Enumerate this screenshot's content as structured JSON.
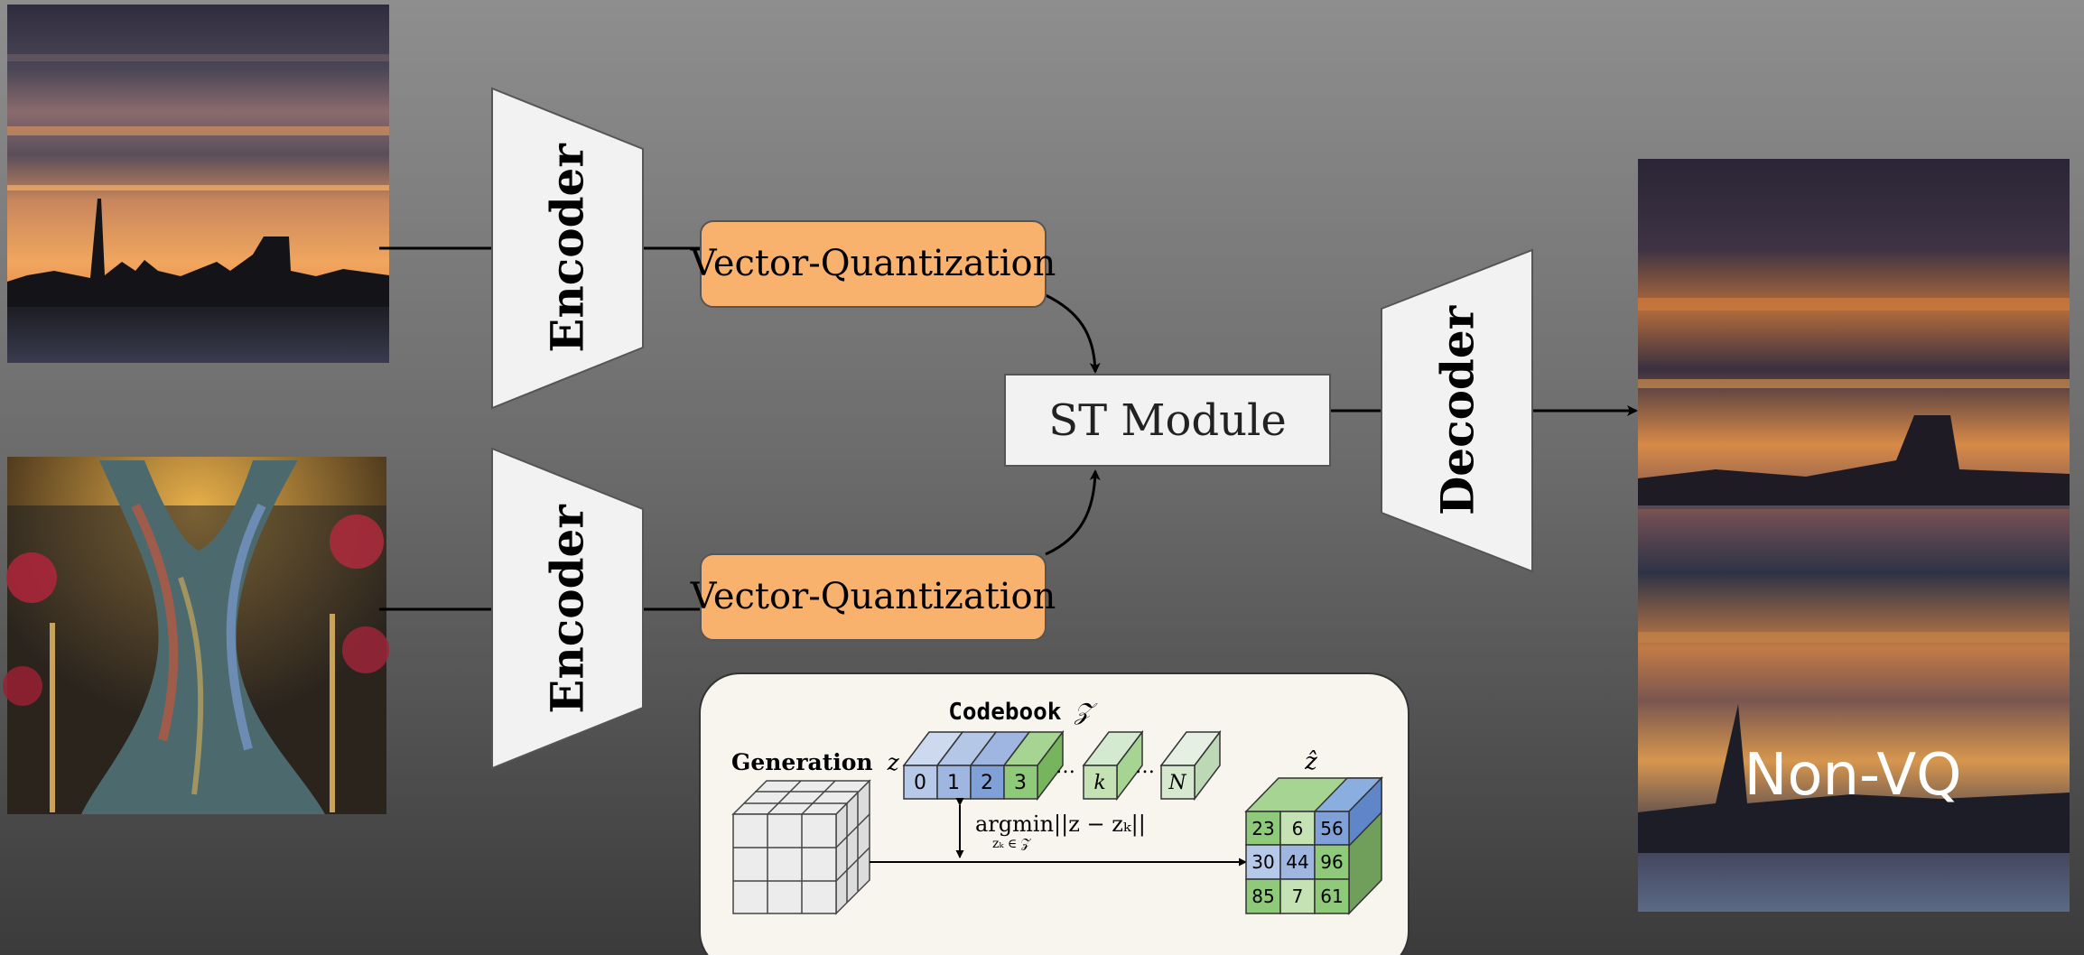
{
  "encoder_top": {
    "label": "Encoder"
  },
  "encoder_bottom": {
    "label": "Encoder"
  },
  "vq_top": {
    "label": "Vector-Quantization"
  },
  "vq_bottom": {
    "label": "Vector-Quantization"
  },
  "st_module": {
    "label": "ST Module"
  },
  "decoder": {
    "label": "Decoder"
  },
  "output": {
    "overlay_label": "Non-VQ"
  },
  "inset": {
    "codebook_label": "Codebook",
    "codebook_symbol": "𝒵",
    "generation_label": "Generation",
    "generation_symbol": "z",
    "codebook_cells": [
      "0",
      "1",
      "2",
      "3",
      "k",
      "N"
    ],
    "ellipsis": "…",
    "argmin_text": "argmin||z − zₖ||",
    "argmin_sub": "zₖ ∈ 𝒵",
    "zhat_label": "ẑ",
    "zhat_values": [
      "23",
      "6",
      "56",
      "30",
      "44",
      "96",
      "85",
      "7",
      "61"
    ]
  },
  "colors": {
    "vq_fill": "#f9b16e",
    "module_fill": "#f2f2f2",
    "inset_fill": "#f7f5ee",
    "codebook_blue_light": "#b7c9e9",
    "codebook_blue": "#7fa1d8",
    "codebook_green": "#8fc97a",
    "codebook_green_light": "#c5e2b5"
  }
}
